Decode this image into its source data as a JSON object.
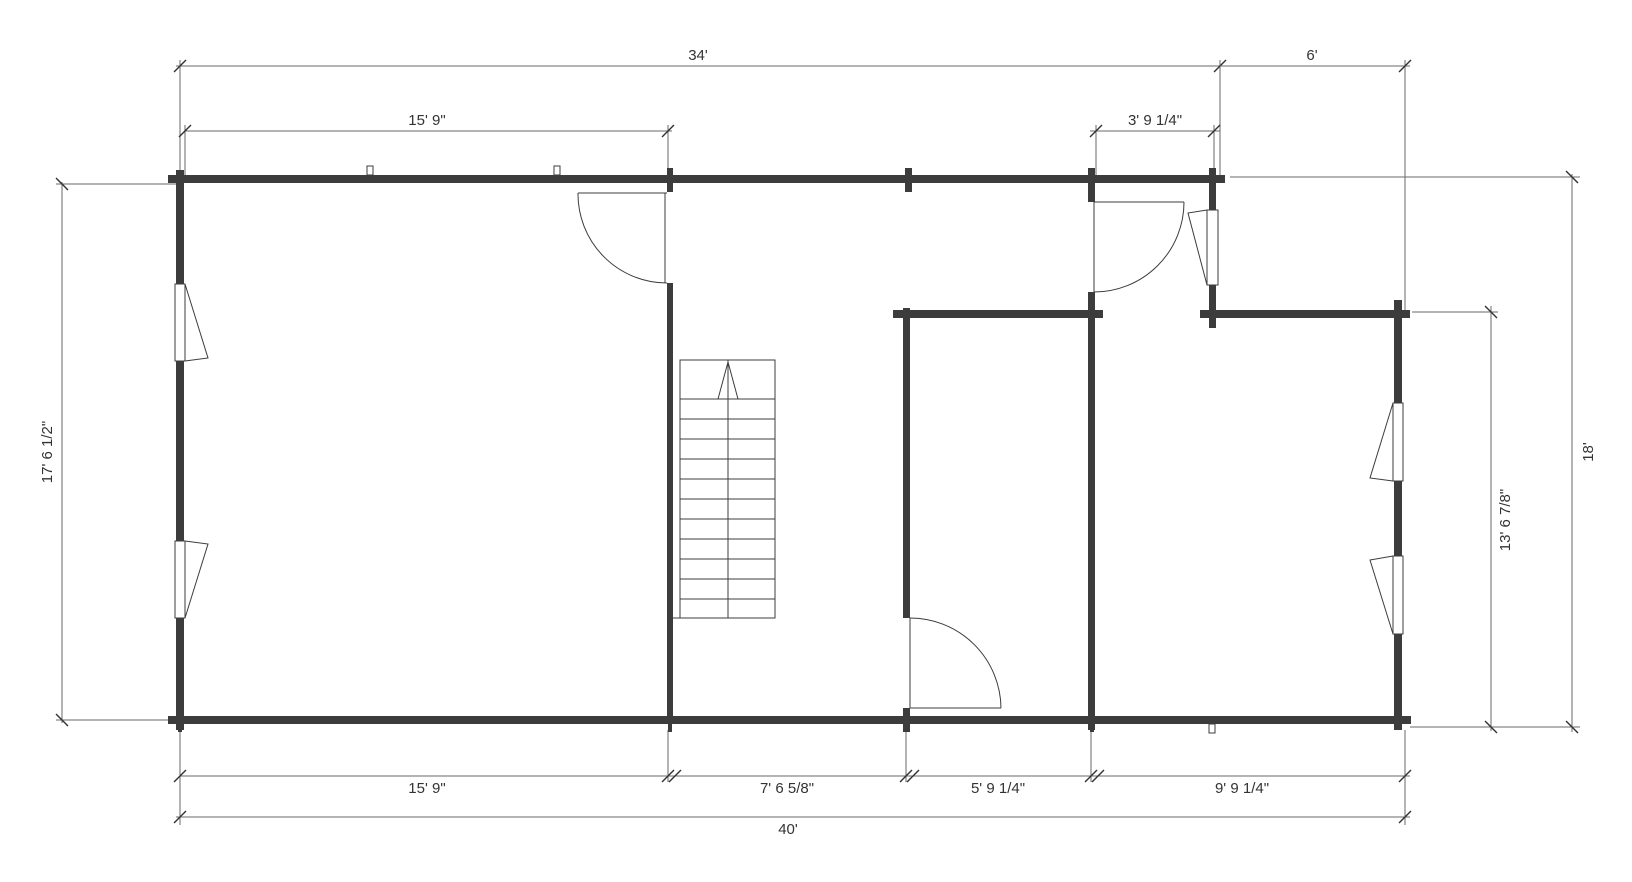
{
  "dimensions": {
    "top_overall": "34'",
    "top_right": "6'",
    "top_left_room": "15' 9\"",
    "top_closet": "3' 9 1/4\"",
    "left_height": "17' 6 1/2\"",
    "right_outer_height": "18'",
    "right_inner_height": "13' 6 7/8\"",
    "bottom_seg_1": "15' 9\"",
    "bottom_seg_2": "7' 6 5/8\"",
    "bottom_seg_3": "5' 9 1/4\"",
    "bottom_seg_4": "9' 9 1/4\"",
    "bottom_overall": "40'"
  },
  "colors": {
    "wall": "#3c3c3c",
    "dimension_line": "#6a6a6a",
    "text": "#333333"
  }
}
